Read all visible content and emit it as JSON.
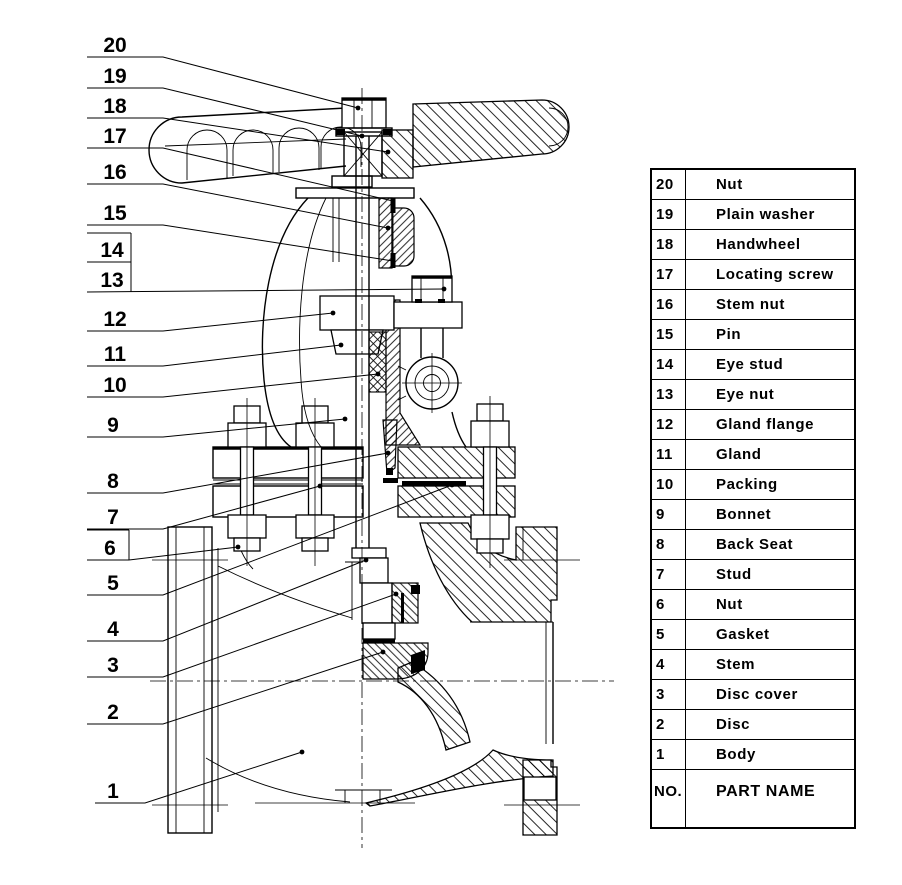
{
  "colors": {
    "ink": "#000000",
    "paper": "#ffffff"
  },
  "drawing": {
    "description": "Globe valve sectional drawing",
    "callouts": [
      {
        "label": "20"
      },
      {
        "label": "19"
      },
      {
        "label": "18"
      },
      {
        "label": "17"
      },
      {
        "label": "16"
      },
      {
        "label": "15"
      },
      {
        "label": "14"
      },
      {
        "label": "13"
      },
      {
        "label": "12"
      },
      {
        "label": "11"
      },
      {
        "label": "10"
      },
      {
        "label": "9"
      },
      {
        "label": "8"
      },
      {
        "label": "7"
      },
      {
        "label": "6"
      },
      {
        "label": "5"
      },
      {
        "label": "4"
      },
      {
        "label": "3"
      },
      {
        "label": "2"
      },
      {
        "label": "1"
      }
    ]
  },
  "table": {
    "rows": [
      {
        "no": "20",
        "name": "Nut"
      },
      {
        "no": "19",
        "name": "Plain washer"
      },
      {
        "no": "18",
        "name": "Handwheel"
      },
      {
        "no": "17",
        "name": "Locating screw"
      },
      {
        "no": "16",
        "name": "Stem nut"
      },
      {
        "no": "15",
        "name": "Pin"
      },
      {
        "no": "14",
        "name": "Eye stud"
      },
      {
        "no": "13",
        "name": "Eye nut"
      },
      {
        "no": "12",
        "name": "Gland flange"
      },
      {
        "no": "11",
        "name": "Gland"
      },
      {
        "no": "10",
        "name": "Packing"
      },
      {
        "no": "9",
        "name": "Bonnet"
      },
      {
        "no": "8",
        "name": "Back Seat"
      },
      {
        "no": "7",
        "name": "Stud"
      },
      {
        "no": "6",
        "name": "Nut"
      },
      {
        "no": "5",
        "name": "Gasket"
      },
      {
        "no": "4",
        "name": "Stem"
      },
      {
        "no": "3",
        "name": "Disc cover"
      },
      {
        "no": "2",
        "name": "Disc"
      },
      {
        "no": "1",
        "name": "Body"
      }
    ],
    "footer": {
      "no": "NO.",
      "name": "PART NAME"
    }
  }
}
